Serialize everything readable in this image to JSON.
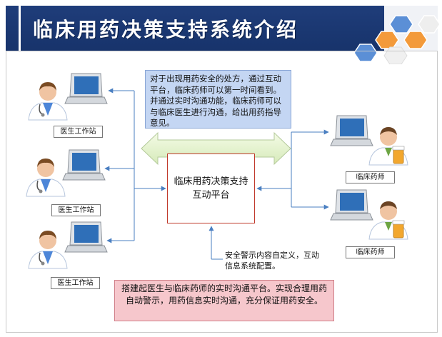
{
  "title": "临床用药决策支持系统介绍",
  "doctor_label": "医生工作站",
  "pharmacist_label": "临床药师",
  "note_blue": "对于出现用药安全的处方，通过互动平台，临床药师可以第一时间看到。并通过实时沟通功能，临床药师可以与临床医生进行沟通，给出用药指导意见。",
  "center_box": "临床用药决策支持互动平台",
  "note_small": "安全警示内容自定义，互动信息系统配置。",
  "note_pink": "搭建起医生与临床药师的实时沟通平台。实现合理用药自动警示，用药信息实时沟通，充分保证用药安全。",
  "colors": {
    "header": "#1f3d7a",
    "arrow": "#4a7fc1",
    "hex_orange": "#f39a3a",
    "hex_blue": "#5b8fd6"
  },
  "icons": [
    "doctor-icon",
    "laptop-icon",
    "pharmacist-icon",
    "medicine-bottle-icon"
  ]
}
